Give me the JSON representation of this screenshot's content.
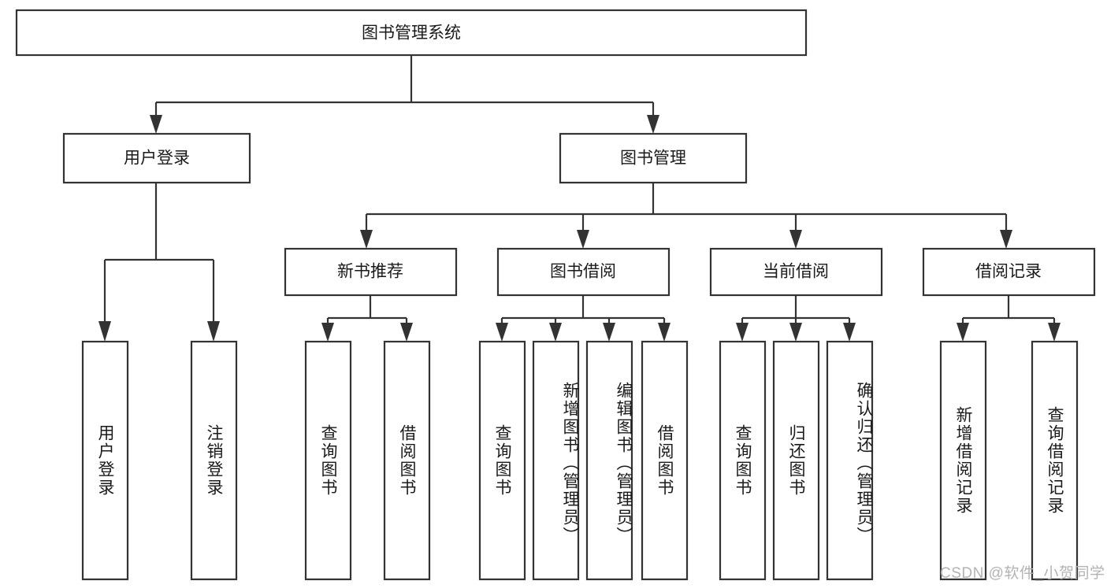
{
  "diagram": {
    "title": "图书管理系统",
    "type": "tree-hierarchy-diagram",
    "colors": {
      "box_stroke": "#333333",
      "box_fill": "#ffffff",
      "text": "#1a1a1a",
      "background": "#ffffff",
      "watermark": "#b3b3b3"
    },
    "root": {
      "label": "图书管理系统"
    },
    "level2": [
      {
        "label": "用户登录"
      },
      {
        "label": "图书管理"
      }
    ],
    "level3": [
      {
        "label": "新书推荐"
      },
      {
        "label": "图书借阅"
      },
      {
        "label": "当前借阅"
      },
      {
        "label": "借阅记录"
      }
    ],
    "leaves": {
      "user_login": [
        {
          "label": "用户登录"
        },
        {
          "label": "注销登录"
        }
      ],
      "new_book_recommend": [
        {
          "label": "查询图书"
        },
        {
          "label": "借阅图书"
        }
      ],
      "book_borrow": [
        {
          "label": "查询图书"
        },
        {
          "label": "新增图书（管理员）"
        },
        {
          "label": "编辑图书（管理员）"
        },
        {
          "label": "借阅图书"
        }
      ],
      "current_borrow": [
        {
          "label": "查询图书"
        },
        {
          "label": "归还图书"
        },
        {
          "label": "确认归还（管理员）"
        }
      ],
      "borrow_record": [
        {
          "label": "新增借阅记录"
        },
        {
          "label": "查询借阅记录"
        }
      ]
    },
    "watermark": "CSDN @软件_小贺同学"
  }
}
